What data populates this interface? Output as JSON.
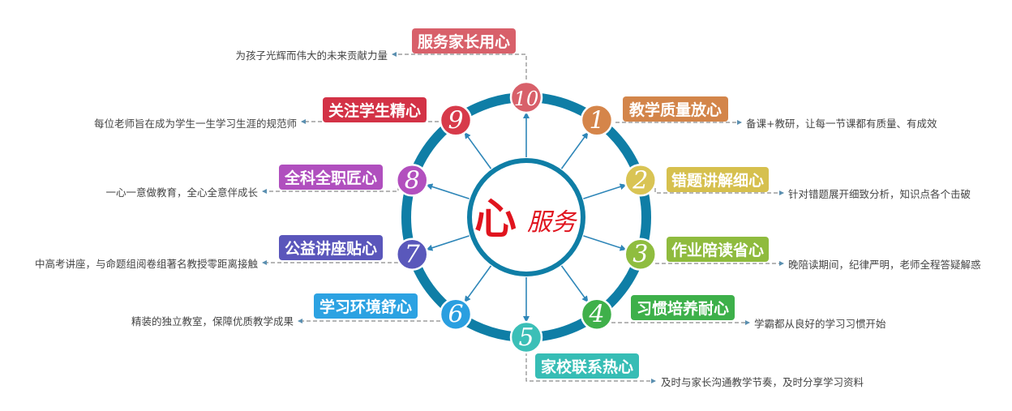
{
  "center": {
    "big": "心",
    "small": "服务"
  },
  "colors": {
    "ring": "#0f7ea6",
    "arrow": "#2e86b8",
    "connector": "#8a8a8a",
    "center_text": "#e0141e"
  },
  "items": [
    {
      "num": "1",
      "badge": "教学质量放心",
      "desc": "备课+教研，让每一节课都有质量、有成效",
      "circle_color": "#d5854a",
      "badge_color": "#d3854a"
    },
    {
      "num": "2",
      "badge": "错题讲解细心",
      "desc": "针对错题展开细致分析，知识点各个击破",
      "circle_color": "#d9c454",
      "badge_color": "#d6c04e"
    },
    {
      "num": "3",
      "badge": "作业陪读省心",
      "desc": "晚陪读期间，纪律严明，老师全程答疑解惑",
      "circle_color": "#8fbd3f",
      "badge_color": "#8fbb3e"
    },
    {
      "num": "4",
      "badge": "习惯培养耐心",
      "desc": "学霸都从良好的学习习惯开始",
      "circle_color": "#3fb04a",
      "badge_color": "#3db04a"
    },
    {
      "num": "5",
      "badge": "家校联系热心",
      "desc": "及时与家长沟通教学节奏，及时分享学习资料",
      "circle_color": "#3bbfb7",
      "badge_color": "#36bdb5"
    },
    {
      "num": "6",
      "badge": "学习环境舒心",
      "desc": "精装的独立教室，保障优质教学成果",
      "circle_color": "#2a9fe0",
      "badge_color": "#2ca2e2"
    },
    {
      "num": "7",
      "badge": "公益讲座贴心",
      "desc": "中高考讲座，与命题组阅卷组著名教授零距离接触",
      "circle_color": "#5a58bb",
      "badge_color": "#5a56bb"
    },
    {
      "num": "8",
      "badge": "全科全职匠心",
      "desc": "一心一意做教育，全心全意伴成长",
      "circle_color": "#b24fbe",
      "badge_color": "#b04fbe"
    },
    {
      "num": "9",
      "badge": "关注学生精心",
      "desc": "每位老师旨在成为学生一生学习生涯的规范师",
      "circle_color": "#d73a4a",
      "badge_color": "#d33246"
    },
    {
      "num": "10",
      "badge": "服务家长用心",
      "desc": "为孩子光辉而伟大的未来贡献力量",
      "circle_color": "#d8606a",
      "badge_color": "#d8606a"
    }
  ]
}
